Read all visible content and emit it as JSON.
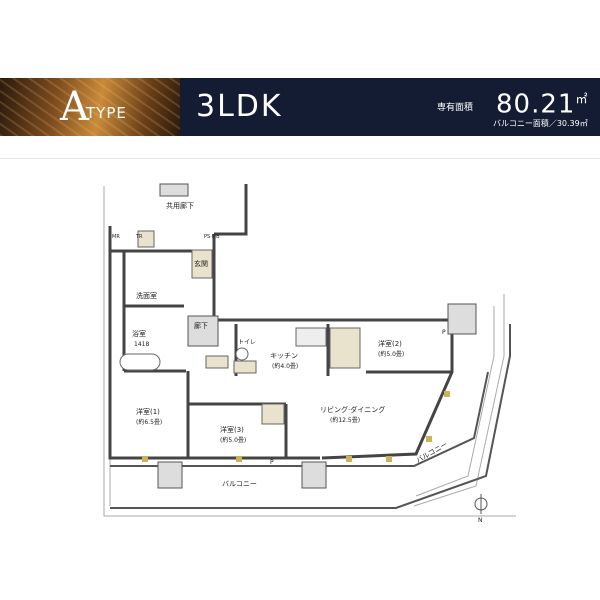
{
  "header": {
    "type_letter": "A",
    "type_word": "TYPE",
    "layout": "3LDK",
    "area_label": "専有面積",
    "area_value": "80.21",
    "area_unit": "㎡",
    "balcony": "バルコニー面積／30.39㎡"
  },
  "rooms": {
    "common_corridor": "共用廊下",
    "mr": "MR",
    "tr": "TR",
    "ps_mb": "PS·MB",
    "entrance": "玄関",
    "washroom": "洗面室",
    "bath": "浴室",
    "bath_size": "1418",
    "corridor": "廊下",
    "toilet": "トイレ",
    "kitchen": "キッチン",
    "kitchen_size": "(約4.0畳)",
    "room2": "洋室(2)",
    "room2_size": "(約5.0畳)",
    "room1": "洋室(1)",
    "room1_size": "(約6.5畳)",
    "room3": "洋室(3)",
    "room3_size": "(約5.0畳)",
    "living": "リビング·ダイニング",
    "living_size": "(約12.5畳)",
    "balcony": "バルコニー",
    "balcony_side": "バルコニー",
    "p1": "P",
    "p2": "P",
    "north": "N"
  }
}
